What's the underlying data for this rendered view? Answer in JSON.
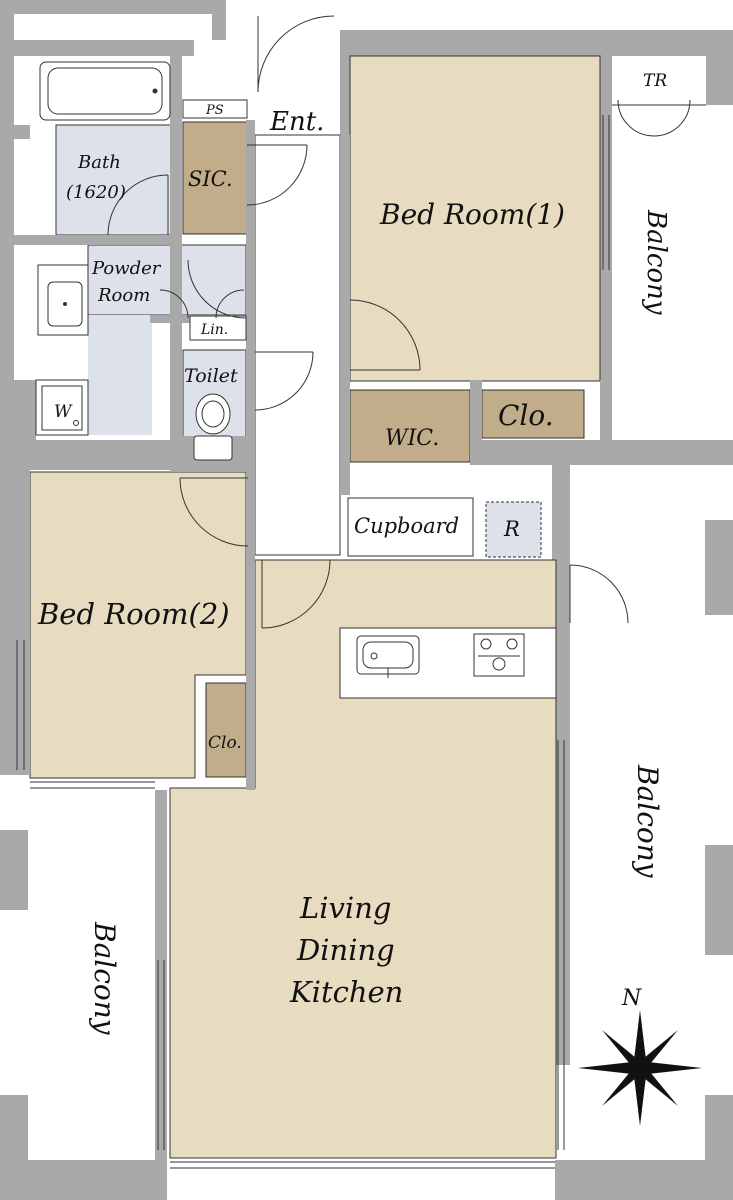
{
  "colors": {
    "wall": "#a9a9a9",
    "room_tan": "#e8dcc0",
    "closet_brown": "#c2ad8a",
    "wet_blue": "#dde1ea",
    "balcony": "#ffffff",
    "line": "#333333"
  },
  "labels": {
    "tr": "TR",
    "ps": "PS",
    "ent": "Ent.",
    "bath": "Bath",
    "bath_size": "(1620)",
    "sic": "SIC.",
    "bedroom1": "Bed Room(1)",
    "balcony_ne": "Balcony",
    "powder_line1": "Powder",
    "powder_line2": "Room",
    "lin": "Lin.",
    "toilet": "Toilet",
    "wic": "WIC.",
    "clo1": "Clo.",
    "washer": "W",
    "cupboard": "Cupboard",
    "fridge": "R",
    "bedroom2": "Bed Room(2)",
    "clo2": "Clo.",
    "balcony_east": "Balcony",
    "balcony_west": "Balcony",
    "ldk_line1": "Living",
    "ldk_line2": "Dining",
    "ldk_line3": "Kitchen",
    "compass_n": "N"
  },
  "icons": {
    "compass": "compass-rose-icon",
    "sink": "sink-icon",
    "stove": "stove-icon",
    "toilet": "toilet-bowl-icon",
    "bathtub": "bathtub-icon",
    "washbasin": "washbasin-icon",
    "washer": "washing-machine-icon"
  }
}
